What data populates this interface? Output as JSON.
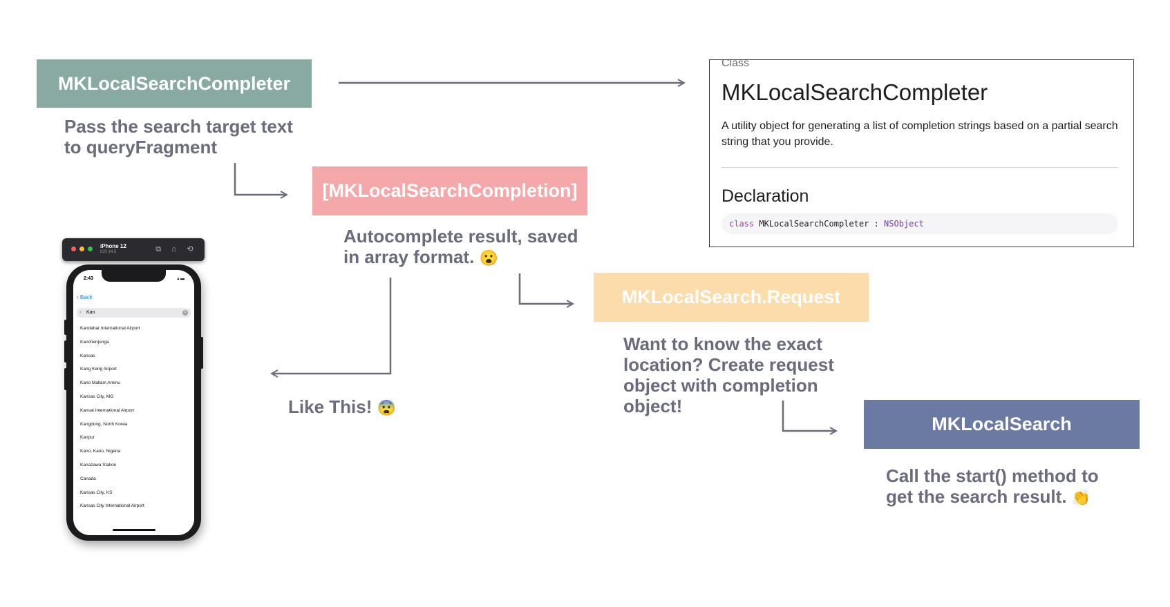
{
  "steps": {
    "completer": {
      "label": "MKLocalSearchCompleter",
      "caption": [
        "Pass the search target text",
        "to queryFragment"
      ],
      "color": "#89a9a3"
    },
    "completion": {
      "label": "[MKLocalSearchCompletion]",
      "caption": [
        "Autocomplete result, saved",
        "in array format."
      ],
      "emoji": "😮",
      "color": "#f4a8a9"
    },
    "request": {
      "label": "MKLocalSearch.Request",
      "caption": [
        "Want to know the exact",
        "location? Create request",
        "object with completion",
        "object!"
      ],
      "color": "#fddcac"
    },
    "search": {
      "label": "MKLocalSearch",
      "caption": [
        "Call the start() method to",
        "get the search result."
      ],
      "emoji": "👏",
      "color": "#6b7aa3"
    }
  },
  "like_this": {
    "text": "Like This!",
    "emoji": "😨"
  },
  "doc": {
    "kicker": "Class",
    "title": "MKLocalSearchCompleter",
    "summary": "A utility object for generating a list of completion strings based on a partial search string that you provide.",
    "declaration_heading": "Declaration",
    "code": {
      "keyword": "class",
      "name": "MKLocalSearchCompleter",
      "separator": ":",
      "supertype": "NSObject"
    }
  },
  "simulator": {
    "device": "iPhone 12",
    "os": "iOS 14.5",
    "time": "2:43",
    "back_label": "Back",
    "search_query": "Kan",
    "results": [
      "Kandahar International Airport",
      "Kanchenjunga",
      "Kansas",
      "Kang Keng Airport",
      "Kano Mallam Aminu",
      "Kansas City, MO",
      "Kansai International Airport",
      "Kangdong, North Korea",
      "Kanpur",
      "Kano, Kano, Nigeria",
      "Kanazawa Station",
      "Canada",
      "Kansas City, KS",
      "Kansas City International Airport"
    ]
  },
  "colors": {
    "arrow": "#6b6b7e",
    "caption_text": "#6b6b7e"
  }
}
